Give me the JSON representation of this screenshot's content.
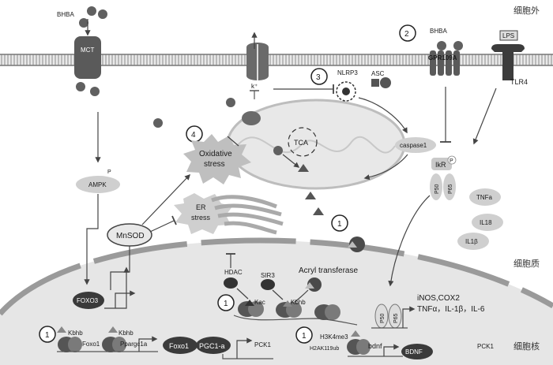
{
  "regions": {
    "extracellular": "细胞外",
    "cytoplasm": "细胞质",
    "nucleus": "细胞核"
  },
  "badges": [
    "1",
    "2",
    "3",
    "4"
  ],
  "membrane": {
    "bhba_top_left": "BHBA",
    "mct": "MCT",
    "k_plus": "k⁺",
    "bhba_receptor": "BHBA",
    "gpr109a": "GPR109A",
    "lps": "LPS",
    "tlr4": "TLR4"
  },
  "inflammasome": {
    "nlrp3": "NLRP3",
    "asc": "ASC",
    "caspase1": "caspase1"
  },
  "nfkb": {
    "ikr": "IkR",
    "p": "P",
    "p50": "P50",
    "p65": "P65"
  },
  "cytokines": [
    "TNFa",
    "IL18",
    "IL1β"
  ],
  "cytoplasm": {
    "ampk": "AMPK",
    "ampk_p": "P",
    "mnsod": "MnSOD",
    "oxidative_stress": [
      "Oxidative",
      "stress"
    ],
    "er_stress": [
      "ER",
      "stress"
    ],
    "tca": "TCA"
  },
  "nucleus": {
    "foxo3": "FOXO3",
    "hdac": "HDAC",
    "sir3": "SIR3",
    "acyl_transferase": "Acryl transferase",
    "kac": "Kac",
    "kbhb_mid": "Kbhb",
    "kbhb_left1": "Kbhb",
    "kbhb_left2": "Kbhb",
    "foxo1_gene": "Foxo1",
    "ppargc1a": "Ppargc1a",
    "foxo1": "Foxo1",
    "pgc1a": "PGC1-a",
    "pck1_a": "PCK1",
    "h3k4me3": "H3K4me3",
    "h2ak119ub": "H2AK119ub",
    "bdnf_gene": "bdnf",
    "bdnf": "BDNF",
    "pck1_b": "PCK1",
    "inos_cox2": "iNOS,COX2",
    "cytokine_line": "TNFα，IL-1β，IL-6",
    "p50": "P50",
    "p65": "P65"
  }
}
